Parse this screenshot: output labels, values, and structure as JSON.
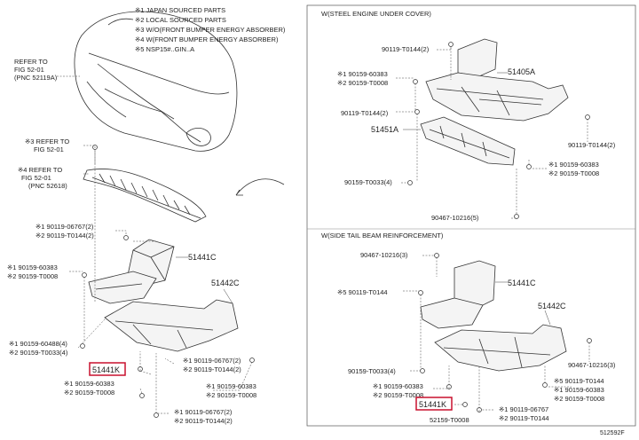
{
  "legend": [
    "※1 JAPAN SOURCED PARTS",
    "※2 LOCAL SOURCED PARTS",
    "※3 W/O(FRONT BUMPER ENERGY ABSORBER)",
    "※4 W(FRONT BUMPER ENERGY ABSORBER)",
    "※5 NSP15#..GIN..A"
  ],
  "left_panel": {
    "refer1": [
      "REFER TO",
      "FIG 52-01",
      "(PNC 52119A)"
    ],
    "refer2": [
      "※3 REFER TO",
      "FIG 52-01"
    ],
    "refer3": [
      "※4 REFER TO",
      "FIG 52-01",
      "(PNC 52618)"
    ],
    "parts": {
      "p_51441C": "51441C",
      "p_51442C": "51442C",
      "p_51441K": "51441K"
    },
    "callouts": {
      "c1": [
        "※1 90119-06767(2)",
        "※2 90119-T0144(2)"
      ],
      "c2": [
        "※1 90159-60383",
        "※2 90159-T0008"
      ],
      "c3": [
        "※1 90159-60488(4)",
        "※2 90159-T0033(4)"
      ],
      "c4": [
        "※1 90159-60383",
        "※2 90159-T0008"
      ],
      "c5": [
        "※1 90119-06767(2)",
        "※2 90119-T0144(2)"
      ],
      "c6": [
        "※1 90159-60383",
        "※2 90159-T0008"
      ],
      "c7": [
        "※1 90119-06767(2)",
        "※2 90119-T0144(2)"
      ]
    }
  },
  "right_panel": {
    "top_title": "W(STEEL ENGINE UNDER COVER)",
    "bottom_title": "W(SIDE TAIL BEAM REINFORCEMENT)",
    "top": {
      "p_51405A": "51405A",
      "p_51451A": "51451A",
      "c_top": "90119-T0144(2)",
      "c_left1": [
        "※1 90159-60383",
        "※2 90159-T0008"
      ],
      "c_left2": "90119-T0144(2)",
      "c_right1": "90119-T0144(2)",
      "c_right2": [
        "※1 90159-60383",
        "※2 90159-T0008"
      ],
      "c_left3": "90159-T0033(4)",
      "c_bottom": "90467-10216(5)"
    },
    "bottom": {
      "c_top": "90467-10216(3)",
      "c_left1": "※5 90119-T0144",
      "p_51441C": "51441C",
      "p_51442C": "51442C",
      "c_left2": "90159-T0033(4)",
      "c_right1": "90467-10216(3)",
      "c_left3": [
        "※1 90159-60383",
        "※2 90159-T0008"
      ],
      "p_51441K": "51441K",
      "c_left4": "52159-T0008",
      "c_right2": [
        "※5 90119-T0144",
        "※1 90159-60383",
        "※2 90159-T0008"
      ],
      "c_right3": [
        "※1 90119-06767",
        "※2 90119-T0144"
      ]
    }
  },
  "figure_code": "512592F"
}
